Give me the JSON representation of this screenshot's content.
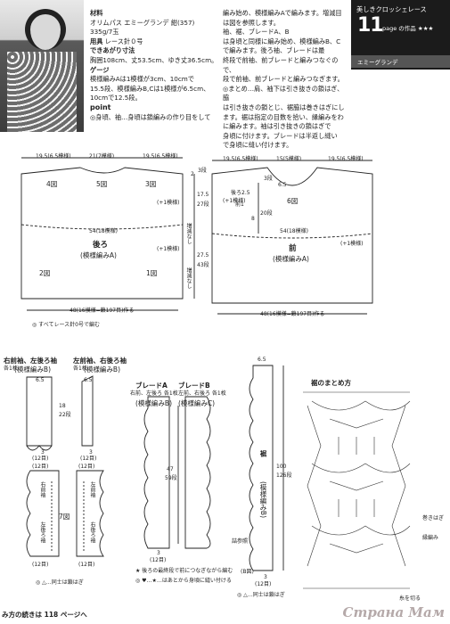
{
  "spec": {
    "materials_h": "材料",
    "materials_1": "オリムパス エミーグランデ 紺(357)",
    "materials_2": "335g/7玉",
    "tools_h": "用具",
    "tools_v": "レース針０号",
    "size_h": "できあがり寸法",
    "size_v": "胸囲108cm、丈53.5cm、ゆき丈36.5cm。",
    "gauge_h": "ゲージ",
    "gauge_1": "模様編みAは1模様が3cm、10cmで",
    "gauge_2": "15.5段、模様編みB,Cは1模様が6.5cm、",
    "gauge_3": "10cmで12.5段。",
    "point_h": "point",
    "point_1": "◎身頃、袖…身頃は鎖編みの作り目をして"
  },
  "col2": [
    "編み始め、模様編みAで編みます。増減目",
    "は図を参照します。",
    "袖、裾、ブレードA、B",
    "は身頃と同様に編み始め、模様編みB、C",
    "で編みます。後ろ袖、ブレードは最",
    "終段で前袖、前ブレードと編みつなぐので、",
    "段で前袖、前ブレードと編みつなぎます。",
    "◎まとめ…肩、袖下は引き抜きの鎖はぎ、脇",
    "は引き抜きの鎖とじ、裾脇は巻きはぎにし",
    "ます。裾は指定の目数を拾い、縁編みをわ",
    "に編みます。袖は引き抜きの鎖はぎで",
    "身頃に付けます。ブレードは半返し縫い",
    "で身頃に縫い付けます。"
  ],
  "badge": {
    "title": "美しきクロッシェレース",
    "number": "11",
    "page": "page の作品 ★★★",
    "yarn": "エミーグランデ"
  },
  "back": {
    "top_left": "19.5(6.5模様)",
    "top_mid": "21(7模様)",
    "top_right": "19.5(6.5模様)",
    "f4": "4図",
    "f5": "5図",
    "f3": "3図",
    "center": "後ろ",
    "pattern": "(模様編みA)",
    "f2": "2図",
    "f1": "1図",
    "bottom": "48(16模様=鎖197目)作る",
    "note": "◎ すべてレース針0号で編む",
    "m2": "2",
    "m3": "3段",
    "m175": "17.5",
    "m27a": "27段",
    "m275": "27.5",
    "m43": "43段",
    "plus1": "(+1模様)",
    "plus1b": "(+1模様)",
    "kata": "増減なし",
    "kata2": "増減なし"
  },
  "front": {
    "top_left": "19.5(6.5模様)",
    "top_mid": "15(5模様)",
    "top_right": "19.5(6.5模様)",
    "r6": "6.5",
    "f6": "6図",
    "width": "54(18模様)",
    "back_width": "54(18模様)",
    "center": "前",
    "pattern": "(模様編みA)",
    "bottom": "48(16模様=鎖197目)作る",
    "m3": "3段",
    "m20": "20段",
    "m8": "8",
    "ushiro": "後ろ2.5",
    "mae": "前1",
    "plus1": "(+1模様)",
    "plus1b": "(+1模様)"
  },
  "sleeve": {
    "title1": "右前袖、左後ろ袖",
    "count1": "各1枚",
    "pat1": "(模様編みB)",
    "title2": "左前袖、右後ろ袖",
    "count2": "各1枚",
    "pat2": "(模様編みB)",
    "w65a": "6.5",
    "w65b": "6.5",
    "h18": "18",
    "h22": "22段",
    "sts1": "3",
    "sts1b": "(12目)",
    "sts2": "3",
    "sts2b": "(12目)",
    "f7": "7図",
    "r1": "(12目)",
    "r2": "(12目)",
    "r3": "(12目)",
    "r4": "(12目)",
    "lab1": "右前袖",
    "lab2": "左後ろ袖",
    "lab3": "左前袖",
    "lab4": "右後ろ袖",
    "bottom_note": "◎ △…同士は鎖はぎ"
  },
  "braid": {
    "titleA": "ブレードA",
    "titleB": "ブレードB",
    "subA": "右前、左後ろ 各1枚",
    "subB": "左前、右後ろ 各1枚",
    "patA": "(模様編みB)",
    "patB": "(模様編みC)",
    "h47": "47",
    "h59": "59段",
    "sts": "3",
    "sts2": "(12目)",
    "note1": "★ 後ろの最終段で前につなぎながら編む",
    "note2": "◎ ♥…★…はあとから身頃に縫い付ける",
    "bmark": "(B図)"
  },
  "skirt": {
    "label": "裾",
    "pat": "(模様編みB)",
    "h100": "100",
    "h126": "126段",
    "w": "6.5",
    "sts": "3",
    "sts2": "(12目)",
    "kiri": "詰参照",
    "note": "◎ △…同士は鎖はぎ"
  },
  "stitch": {
    "title": "裾のまとめ方",
    "lab_maki": "巻きはぎ",
    "lab_fuchi": "縁編み",
    "lab_start": "糸を切る"
  },
  "footer": "み方の続きは 118 ページへ",
  "watermark": "Страна Мам"
}
